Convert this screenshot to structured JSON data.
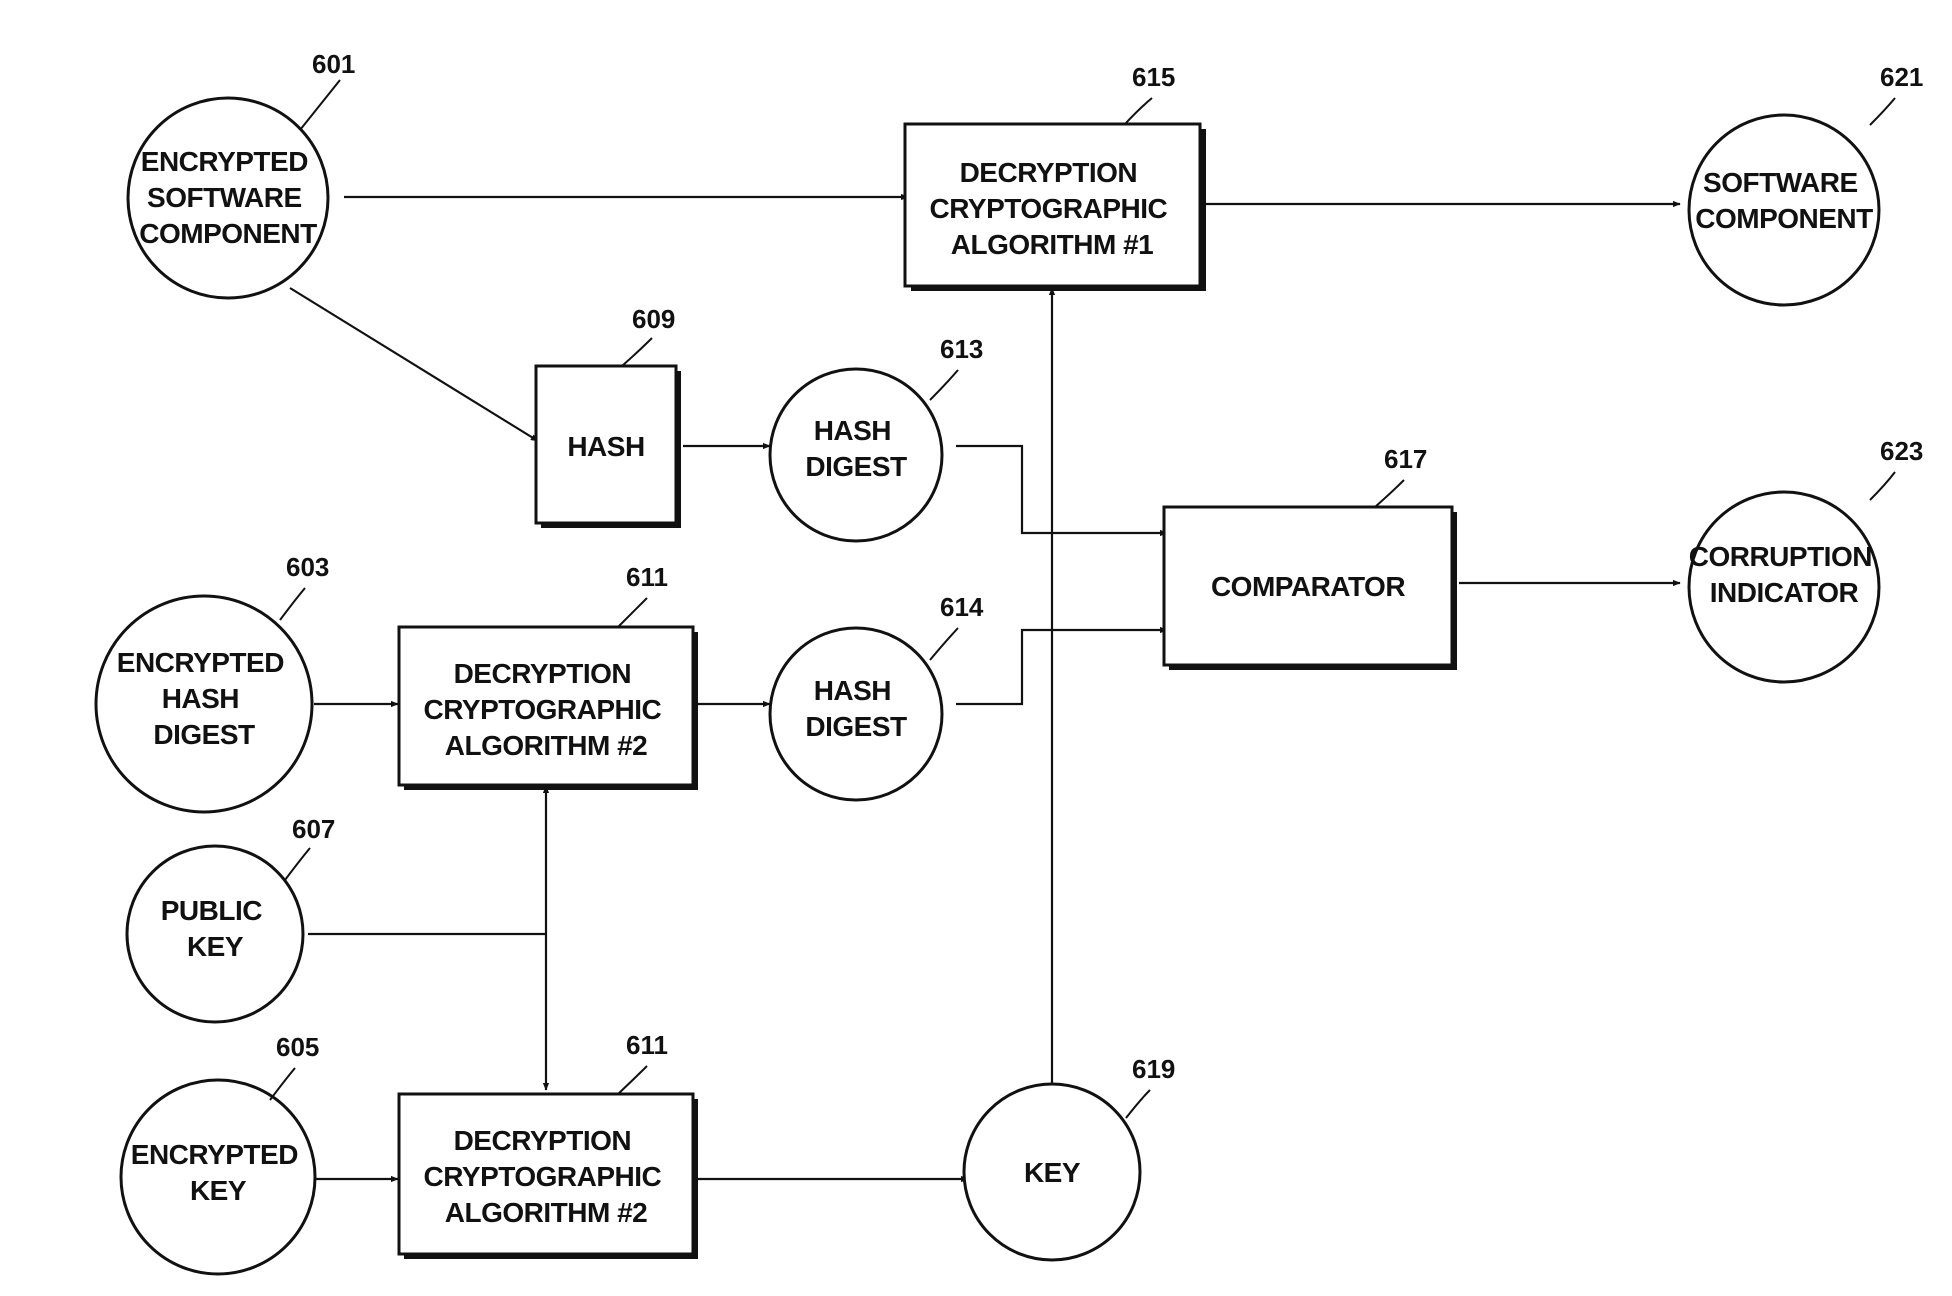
{
  "diagram": {
    "nodes": {
      "n601": {
        "ref": "601",
        "lines": [
          "ENCRYPTED",
          "SOFTWARE",
          "COMPONENT"
        ]
      },
      "n603": {
        "ref": "603",
        "lines": [
          "ENCRYPTED",
          "HASH",
          "DIGEST"
        ]
      },
      "n605": {
        "ref": "605",
        "lines": [
          "ENCRYPTED",
          "KEY"
        ]
      },
      "n607": {
        "ref": "607",
        "lines": [
          "PUBLIC",
          "KEY"
        ]
      },
      "n609": {
        "ref": "609",
        "lines": [
          "HASH"
        ]
      },
      "n611a": {
        "ref": "611",
        "lines": [
          "DECRYPTION",
          "CRYPTOGRAPHIC",
          "ALGORITHM #2"
        ]
      },
      "n611b": {
        "ref": "611",
        "lines": [
          "DECRYPTION",
          "CRYPTOGRAPHIC",
          "ALGORITHM #2"
        ]
      },
      "n613": {
        "ref": "613",
        "lines": [
          "HASH",
          "DIGEST"
        ]
      },
      "n614": {
        "ref": "614",
        "lines": [
          "HASH",
          "DIGEST"
        ]
      },
      "n615": {
        "ref": "615",
        "lines": [
          "DECRYPTION",
          "CRYPTOGRAPHIC",
          "ALGORITHM #1"
        ]
      },
      "n617": {
        "ref": "617",
        "lines": [
          "COMPARATOR"
        ]
      },
      "n619": {
        "ref": "619",
        "lines": [
          "KEY"
        ]
      },
      "n621": {
        "ref": "621",
        "lines": [
          "SOFTWARE",
          "COMPONENT"
        ]
      },
      "n623": {
        "ref": "623",
        "lines": [
          "CORRUPTION",
          "INDICATOR"
        ]
      }
    },
    "edges": [
      {
        "from": "601",
        "to": "615"
      },
      {
        "from": "601",
        "to": "609"
      },
      {
        "from": "609",
        "to": "613"
      },
      {
        "from": "613",
        "to": "617"
      },
      {
        "from": "603",
        "to": "611"
      },
      {
        "from": "611",
        "to": "614"
      },
      {
        "from": "614",
        "to": "617"
      },
      {
        "from": "607",
        "to": "611"
      },
      {
        "from": "607",
        "to": "611"
      },
      {
        "from": "605",
        "to": "611"
      },
      {
        "from": "611",
        "to": "619"
      },
      {
        "from": "619",
        "to": "615"
      },
      {
        "from": "615",
        "to": "621"
      },
      {
        "from": "617",
        "to": "623"
      }
    ]
  }
}
